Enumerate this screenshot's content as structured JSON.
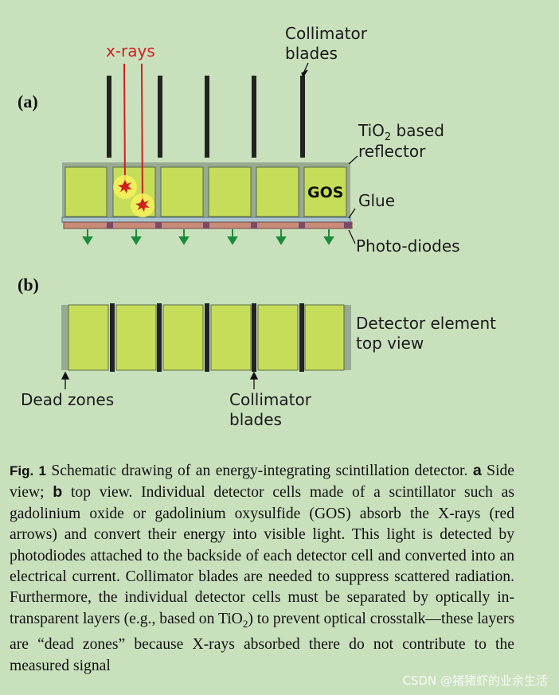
{
  "panel_a_label": "(a)",
  "panel_b_label": "(b)",
  "labels": {
    "xrays": "x-rays",
    "collimator_a_line1": "Collimator",
    "collimator_a_line2": "blades",
    "tio2_line1_pre": "TiO",
    "tio2_sub": "2",
    "tio2_line1_post": " based",
    "tio2_line2": "reflector",
    "gos": "GOS",
    "glue": "Glue",
    "photodiodes": "Photo-diodes",
    "detector_line1": "Detector element",
    "detector_line2": "top view",
    "dead_zones": "Dead zones",
    "collimator_b_line1": "Collimator",
    "collimator_b_line2": "blades"
  },
  "caption": {
    "fig": "Fig. 1",
    "part1": " Schematic drawing of an energy-integrating scintillation detector. ",
    "a": "a",
    "part2": " Side view; ",
    "b": "b",
    "part3": " top view. Individual detector cells made of a scintillator such as gadolinium oxide or gadolinium oxysulfide (GOS) absorb the X-rays (red arrows) and convert their energy into visible light. This light is detected by photodiodes attached to the backside of each detector cell and converted into an electrical current. Collimator blades are needed to suppress scattered radiation. Furthermore, the individual detector cells must be separated by optically in-transparent layers (e.g., based on TiO",
    "sub2": "2",
    "part4": ") to prevent optical crosstalk—these layers are “dead zones” because X-rays absorbed there do not contribute to the measured signal"
  },
  "watermark": "CSDN @猪猪虾的业余生活",
  "colors": {
    "background": "#c9e0bd",
    "cell_fill": "#c6dd5a",
    "reflector": "#98aa92",
    "collimator": "#222222",
    "xray": "#d01f1f",
    "photodiode": "#c98a7a",
    "arrow": "#1a8c3a"
  }
}
